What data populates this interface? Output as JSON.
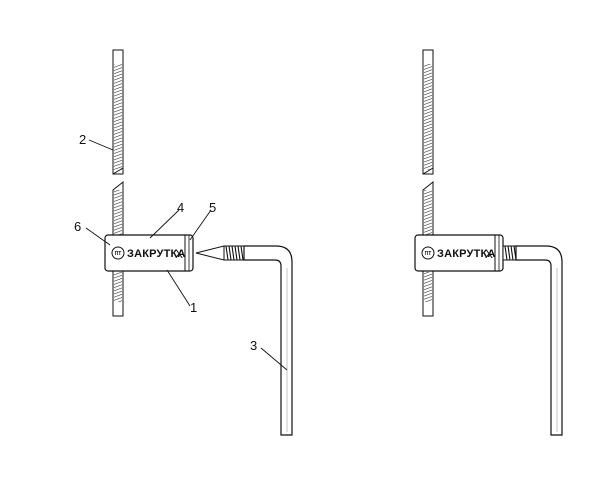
{
  "left_figure": {
    "callouts": {
      "cable": "2",
      "seal_body": "4",
      "end_mark": "5",
      "logo": "6",
      "channel": "1",
      "key": "3"
    },
    "brand_text": "ЗАКРУТКА",
    "end_text": "X",
    "logo_text": "ПТ"
  },
  "right_figure": {
    "brand_text": "ЗАКРУТКА",
    "end_text": "X",
    "logo_text": "ПТ"
  }
}
